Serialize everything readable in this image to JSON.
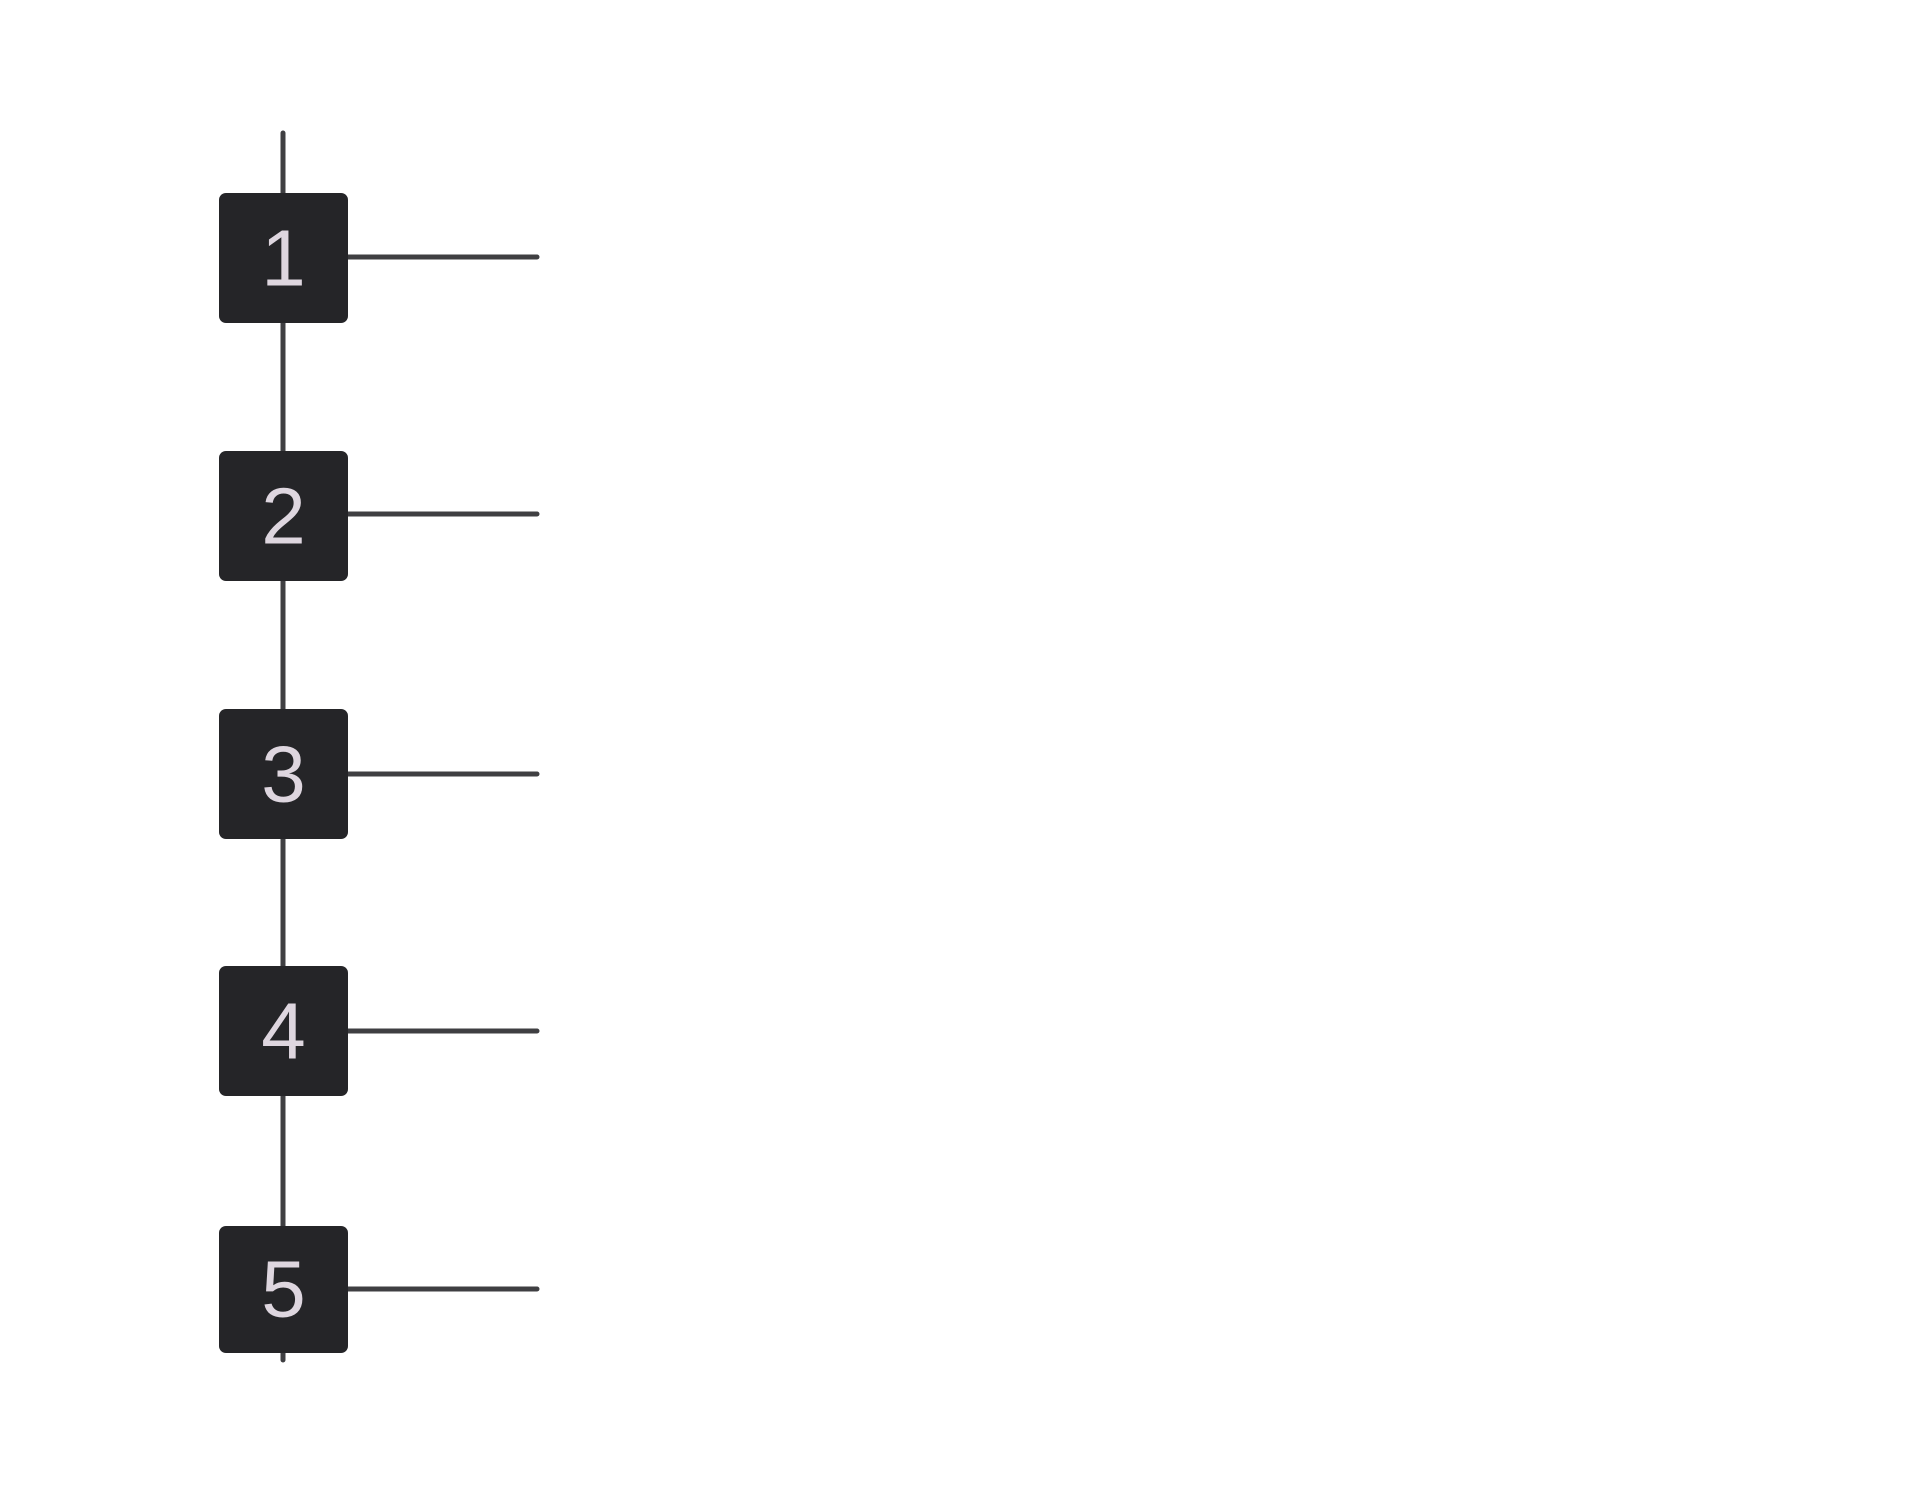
{
  "colors": {
    "background": "#ffffff",
    "box_fill": "#252528",
    "line": "#3f3f42",
    "label": "#ded6df"
  },
  "steps": [
    {
      "label": "1"
    },
    {
      "label": "2"
    },
    {
      "label": "3"
    },
    {
      "label": "4"
    },
    {
      "label": "5"
    }
  ]
}
